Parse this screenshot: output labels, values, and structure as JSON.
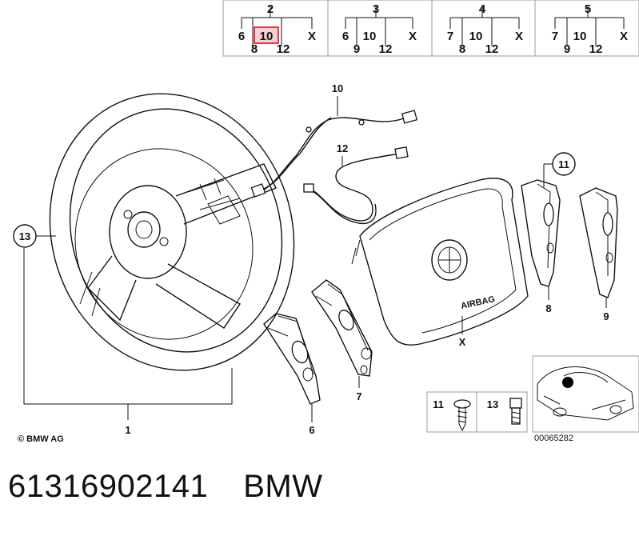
{
  "variant_table": {
    "columns": [
      {
        "id": "2",
        "codes": [
          "6",
          "10",
          "X",
          "8",
          "12"
        ],
        "highlighted": "10"
      },
      {
        "id": "3",
        "codes": [
          "6",
          "10",
          "X",
          "9",
          "12"
        ]
      },
      {
        "id": "4",
        "codes": [
          "7",
          "10",
          "X",
          "8",
          "12"
        ]
      },
      {
        "id": "5",
        "codes": [
          "7",
          "10",
          "X",
          "9",
          "12"
        ]
      }
    ]
  },
  "callouts": {
    "steering_wheel": "1",
    "cover_left": "6",
    "cover_mid": "7",
    "switch_right_a": "8",
    "switch_right_b": "9",
    "cable_a": "10",
    "screw_circle": "11",
    "cable_b": "12",
    "bolt_circle": "13",
    "airbag": "X"
  },
  "hardware_box": {
    "screw_label": "11",
    "bolt_label": "13"
  },
  "copyright": "© BMW AG",
  "diagram_id": "00065282",
  "airbag_badge": "AIRBAG",
  "footer": {
    "part_number": "61316902141",
    "brand": "BMW"
  }
}
